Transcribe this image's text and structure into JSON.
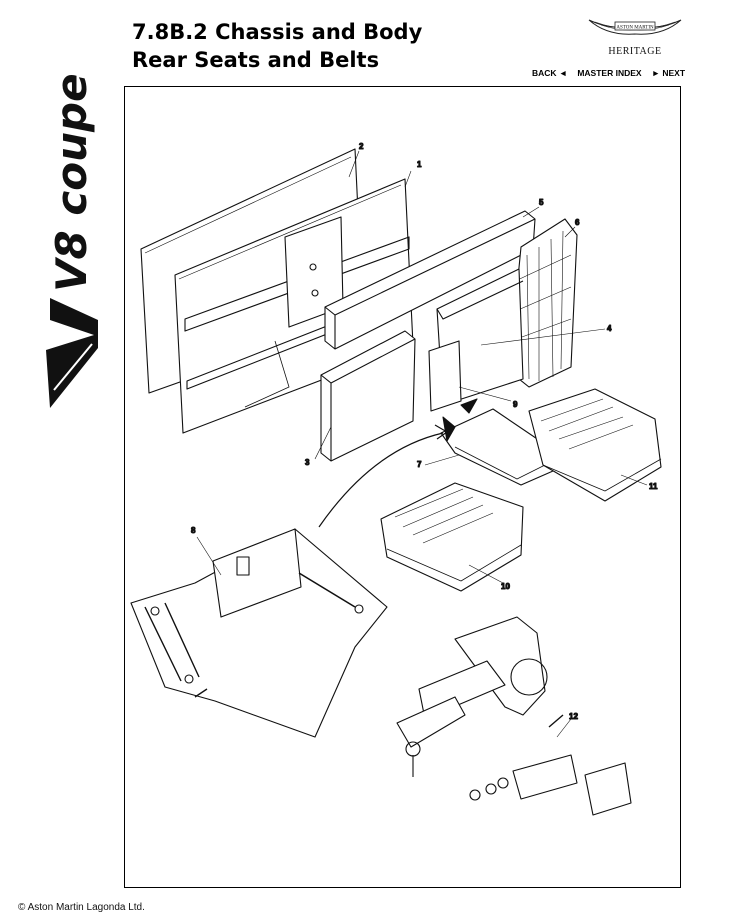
{
  "brand": {
    "model_mark": "V8 coupe"
  },
  "header": {
    "title_line1": "7.8B.2 Chassis and Body",
    "title_line2": "Rear Seats and Belts",
    "logo_text": "ASTON MARTIN",
    "heritage": "HERITAGE"
  },
  "nav": {
    "back": "BACK ◄",
    "index": "MASTER INDEX",
    "next": "► NEXT"
  },
  "diagram": {
    "callouts": [
      "1",
      "2",
      "3",
      "4",
      "5",
      "6",
      "7",
      "8",
      "9",
      "10",
      "11",
      "12"
    ]
  },
  "footer": {
    "copyright": "© Aston Martin Lagonda Ltd."
  }
}
